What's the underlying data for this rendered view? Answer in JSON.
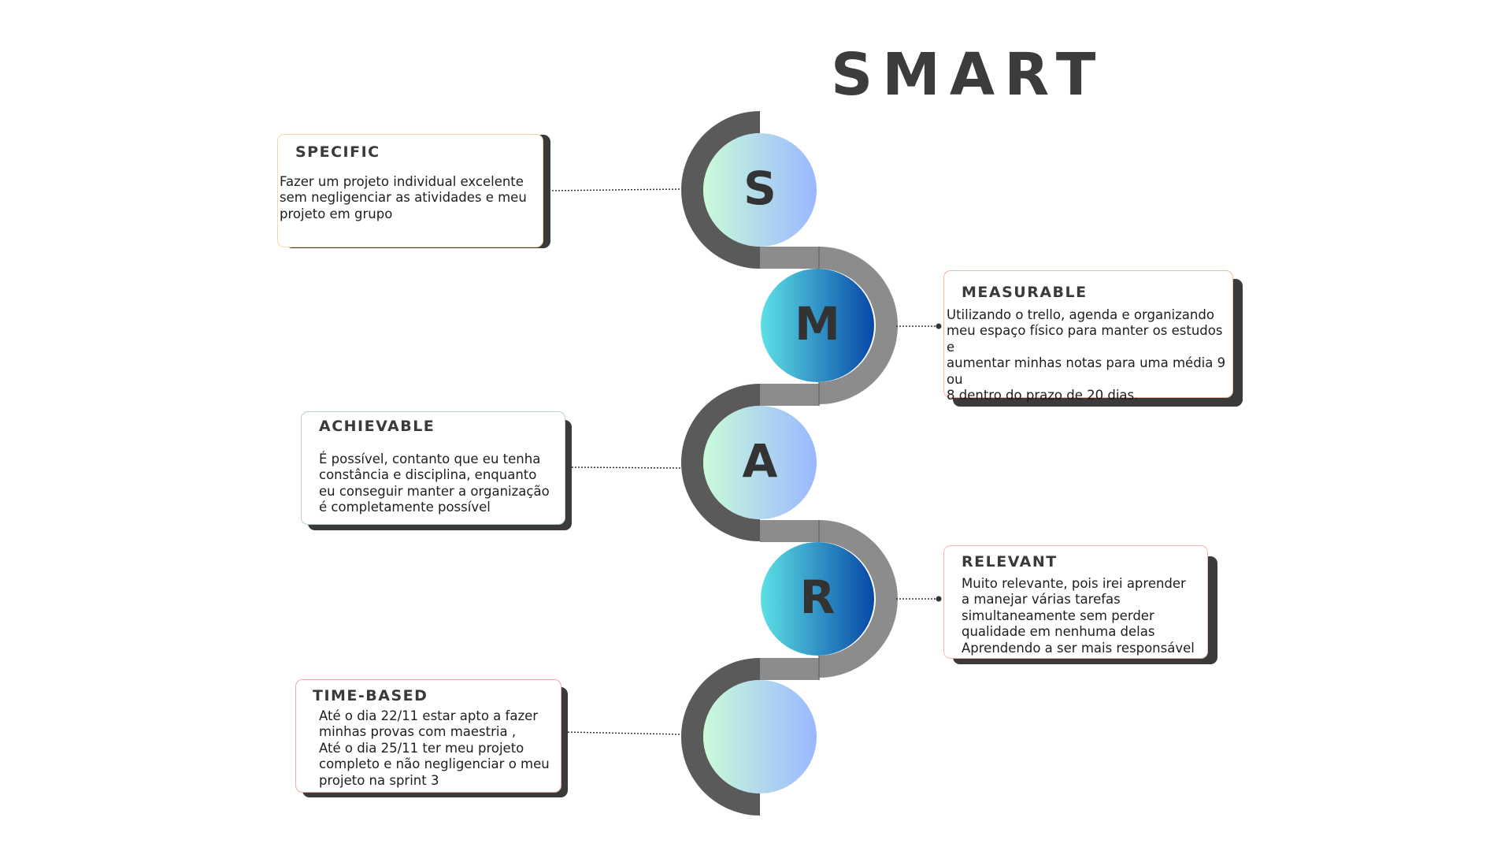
{
  "title": "SMART",
  "circles": [
    {
      "letter": "S",
      "gradient": [
        "#c9fbd9",
        "#9ab8ff"
      ]
    },
    {
      "letter": "M",
      "gradient": [
        "#5de1e6",
        "#0747a6"
      ]
    },
    {
      "letter": "A",
      "gradient": [
        "#c9fbd9",
        "#9ab8ff"
      ]
    },
    {
      "letter": "R",
      "gradient": [
        "#5de1e6",
        "#0747a6"
      ]
    },
    {
      "letter": "",
      "gradient": [
        "#c9fbd9",
        "#9ab8ff"
      ]
    }
  ],
  "cards": {
    "specific": {
      "heading": "SPECIFIC",
      "text": "Fazer um projeto individual excelente\nsem negligenciar as atividades  e meu\nprojeto em grupo"
    },
    "measurable": {
      "heading": "MEASURABLE",
      "text": "Utilizando o trello, agenda e organizando\nmeu espaço físico para manter os estudos e\naumentar minhas notas para uma média 9 ou\n8 dentro do prazo de 20 dias."
    },
    "achievable": {
      "heading": "ACHIEVABLE",
      "text": "É possível, contanto que eu tenha\nconstância e disciplina, enquanto\neu conseguir manter a organização\né completamente possível"
    },
    "relevant": {
      "heading": "RELEVANT",
      "text": "Muito relevante, pois irei aprender\na manejar várias tarefas\nsimultaneamente sem perder\nqualidade em nenhuma delas\nAprendendo a ser mais responsável"
    },
    "time_based": {
      "heading": "TIME-BASED",
      "text": "Até o dia 22/11 estar apto a fazer\nminhas provas com maestria ,\nAté o dia 25/11 ter meu projeto\ncompleto e não negligenciar o meu\nprojeto na sprint 3"
    }
  },
  "colors": {
    "band_dark": "#5a5a5a",
    "band_light": "#8c8c8c",
    "card_shadow": "#3a3a3a",
    "border_specific": "#f4d9a8",
    "border_measurable": "#f2b9a0",
    "border_achievable": "#b8cfd6",
    "border_relevant": "#f2b9b0",
    "border_time_based": "#f2a8a8"
  }
}
